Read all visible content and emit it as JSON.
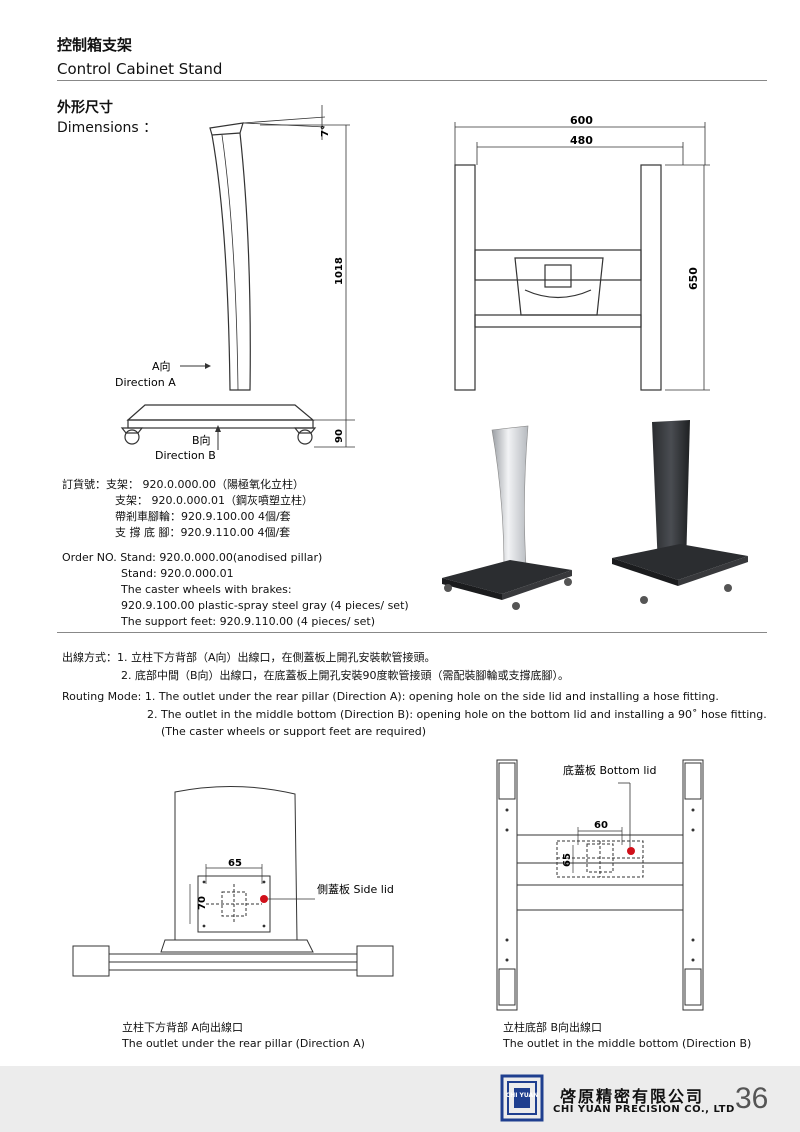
{
  "header": {
    "title_zh": "控制箱支架",
    "title_en": "Control Cabinet Stand"
  },
  "dimensions": {
    "label_zh": "外形尺寸",
    "label_en": "Dimensions ：",
    "angle": "7°",
    "height_total": "1018",
    "height_base": "90",
    "width_outer": "600",
    "width_inner": "480",
    "depth": "650",
    "dir_a_zh": "A向",
    "dir_a_en": "Direction A",
    "dir_b_zh": "B向",
    "dir_b_en": "Direction B"
  },
  "order_zh": [
    "訂貨號：支架： 920.0.000.00（陽極氧化立柱）",
    "支架： 920.0.000.01（鋼灰噴塑立柱）",
    "帶剎車腳輪：920.9.100.00 4個/套",
    "支 撐 底 腳：920.9.110.00 4個/套"
  ],
  "order_en": [
    "Order NO. Stand: 920.0.000.00(anodised pillar)",
    "Stand: 920.0.000.01",
    "The caster wheels with brakes:",
    "920.9.100.00 plastic-spray steel gray (4 pieces/ set)",
    "The support feet: 920.9.110.00 (4 pieces/ set)"
  ],
  "routing_zh": [
    "出線方式：1. 立柱下方背部（A向）出線口，在側蓋板上開孔安裝軟管接頭。",
    "2. 底部中間（B向）出線口，在底蓋板上開孔安裝90度軟管接頭（需配裝腳輪或支撐底腳）。"
  ],
  "routing_en": [
    "Routing Mode: 1. The outlet under the rear pillar (Direction A): opening hole on the side lid and installing a hose fitting.",
    "2. The outlet in the middle bottom (Direction B): opening hole on the bottom lid and installing a 90˚ hose fitting.",
    "(The caster wheels or support feet are required)"
  ],
  "side_lid": {
    "label": "側蓋板 Side lid",
    "w": "65",
    "h": "70"
  },
  "bottom_lid": {
    "label": "底蓋板 Bottom lid",
    "w": "60",
    "h": "65"
  },
  "captions": {
    "left_zh": "立柱下方背部 A向出線口",
    "left_en": "The outlet under the rear pillar (Direction A)",
    "right_zh": "立柱底部 B向出線口",
    "right_en": "The outlet in the middle bottom (Direction B)"
  },
  "footer": {
    "logo_text": "CHI YUAN",
    "company_zh": "啓原精密有限公司",
    "company_en": "CHI YUAN PRECISION CO., LTD",
    "page": "36"
  },
  "colors": {
    "marker_red": "#d0101a",
    "logo_blue": "#1f3f8f"
  }
}
